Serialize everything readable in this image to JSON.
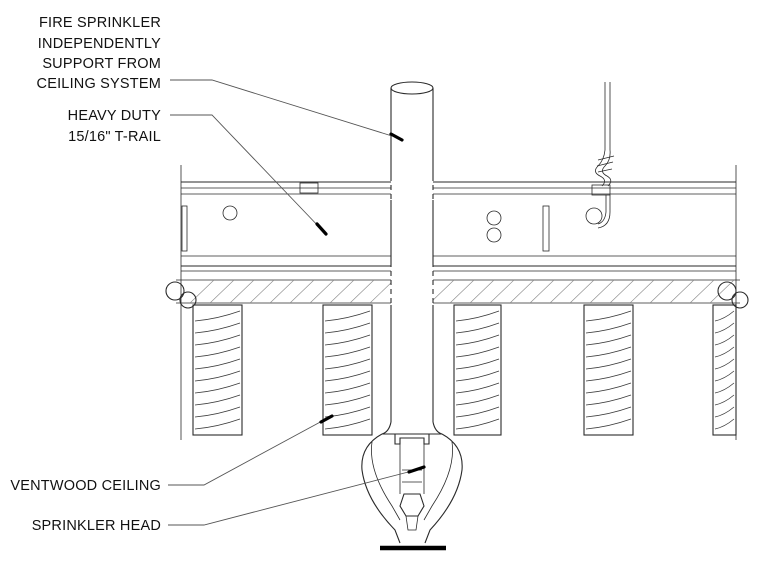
{
  "callouts": {
    "sprinkler_support": [
      "FIRE SPRINKLER",
      "INDEPENDENTLY",
      "SUPPORT FROM",
      "CEILING SYSTEM"
    ],
    "t_rail": [
      "HEAVY DUTY",
      "15/16\" T-RAIL"
    ],
    "ventwood": [
      "VENTWOOD CEILING"
    ],
    "sprinkler_head": [
      "SPRINKLER HEAD"
    ]
  },
  "colors": {
    "line": "#2a2a2a",
    "leader": "#555555",
    "hatch": "#8a8a8a",
    "text": "#111111"
  }
}
